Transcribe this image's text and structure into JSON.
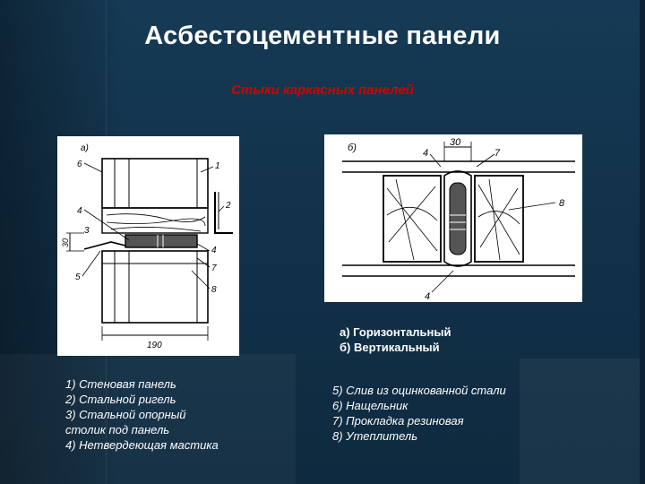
{
  "slide": {
    "title": "Асбестоцементные панели",
    "subtitle": "Стыки каркасных панелей"
  },
  "figure_left": {
    "panel_letter": "а)",
    "callouts": [
      "6",
      "1",
      "2",
      "4",
      "3",
      "4",
      "7",
      "5",
      "8"
    ],
    "dim_height": "30",
    "dim_width": "190"
  },
  "figure_right": {
    "panel_letter": "б)",
    "callouts": [
      "4",
      "7",
      "8",
      "4"
    ],
    "dim_width": "30"
  },
  "legend_types": [
    "а) Горизонтальный",
    "б) Вертикальный"
  ],
  "legend_left": [
    "1) Стеновая панель",
    "2) Стальной ригель",
    "3) Стальной опорный",
    "столик под панель",
    "4) Нетвердеющая мастика"
  ],
  "legend_right": [
    "5) Слив из оцинкованной стали",
    "6) Нащельник",
    "7) Прокладка резиновая",
    "8) Утеплитель"
  ],
  "colors": {
    "background": "#13324a",
    "title": "#ffffff",
    "subtitle": "#d40000"
  }
}
